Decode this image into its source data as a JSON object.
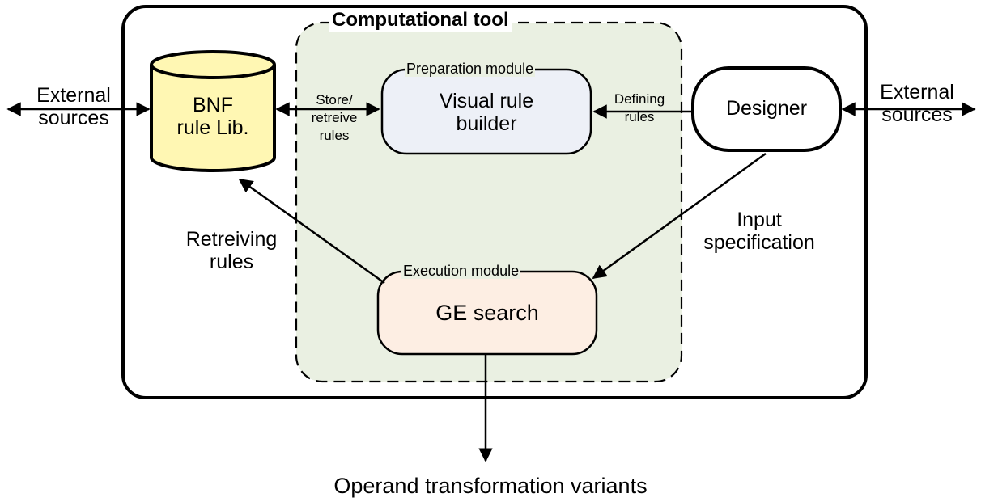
{
  "title": "Computational tool",
  "external_left": {
    "line1": "External",
    "line2": "sources"
  },
  "external_right": {
    "line1": "External",
    "line2": "sources"
  },
  "bnf": {
    "line1": "BNF",
    "line2": "rule Lib."
  },
  "store": {
    "line1": "Store/",
    "line2": "retreive",
    "line3": "rules"
  },
  "preparation_module": "Preparation module",
  "visual_rule": {
    "line1": "Visual rule",
    "line2": "builder"
  },
  "defining": {
    "line1": "Defining",
    "line2": "rules"
  },
  "designer": "Designer",
  "retreiving": {
    "line1": "Retreiving",
    "line2": "rules"
  },
  "input_spec": {
    "line1": "Input",
    "line2": "specification"
  },
  "execution_module": "Execution module",
  "ge_search": "GE search",
  "output": "Operand transformation variants",
  "colors": {
    "tool_fill": "#eaf0e2",
    "bnf_fill": "#fff7b3",
    "visual_fill": "#edf0f7",
    "ge_fill": "#fdeee3",
    "stroke": "#000000"
  }
}
